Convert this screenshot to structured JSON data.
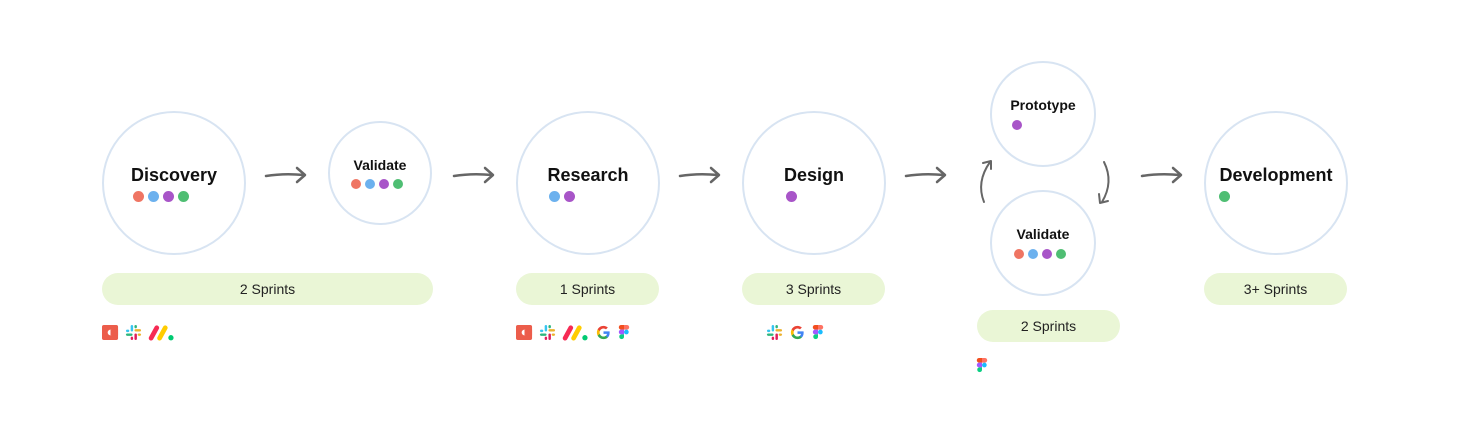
{
  "colors": {
    "dot_red": "#ef7563",
    "dot_blue": "#6cb1ee",
    "dot_purple": "#a855c8",
    "dot_green": "#4fbe73",
    "circle_border": "#d8e4f2",
    "pill_bg": "#eaf6d6",
    "arrow": "#666666"
  },
  "stages": {
    "discovery": {
      "title": "Discovery",
      "dots": [
        "red",
        "blue",
        "purple",
        "green"
      ]
    },
    "validate1": {
      "title": "Validate",
      "dots": [
        "red",
        "blue",
        "purple",
        "green"
      ]
    },
    "research": {
      "title": "Research",
      "dots": [
        "blue",
        "purple"
      ]
    },
    "design": {
      "title": "Design",
      "dots": [
        "purple"
      ]
    },
    "prototype": {
      "title": "Prototype",
      "dots": [
        "purple"
      ]
    },
    "validate2": {
      "title": "Validate",
      "dots": [
        "red",
        "blue",
        "purple",
        "green"
      ]
    },
    "development": {
      "title": "Development",
      "dots": [
        "green"
      ]
    }
  },
  "sprints": {
    "discovery_validate": "2 Sprints",
    "research": "1 Sprints",
    "design": "3 Sprints",
    "prototype_validate": "2 Sprints",
    "development": "3+ Sprints"
  },
  "tools": {
    "discovery": [
      "toggl-icon",
      "slack-icon",
      "monday-icon"
    ],
    "research": [
      "toggl-icon",
      "slack-icon",
      "monday-icon",
      "google-icon",
      "figma-icon"
    ],
    "design": [
      "slack-icon",
      "google-icon",
      "figma-icon"
    ],
    "prototype": [
      "figma-icon"
    ]
  }
}
